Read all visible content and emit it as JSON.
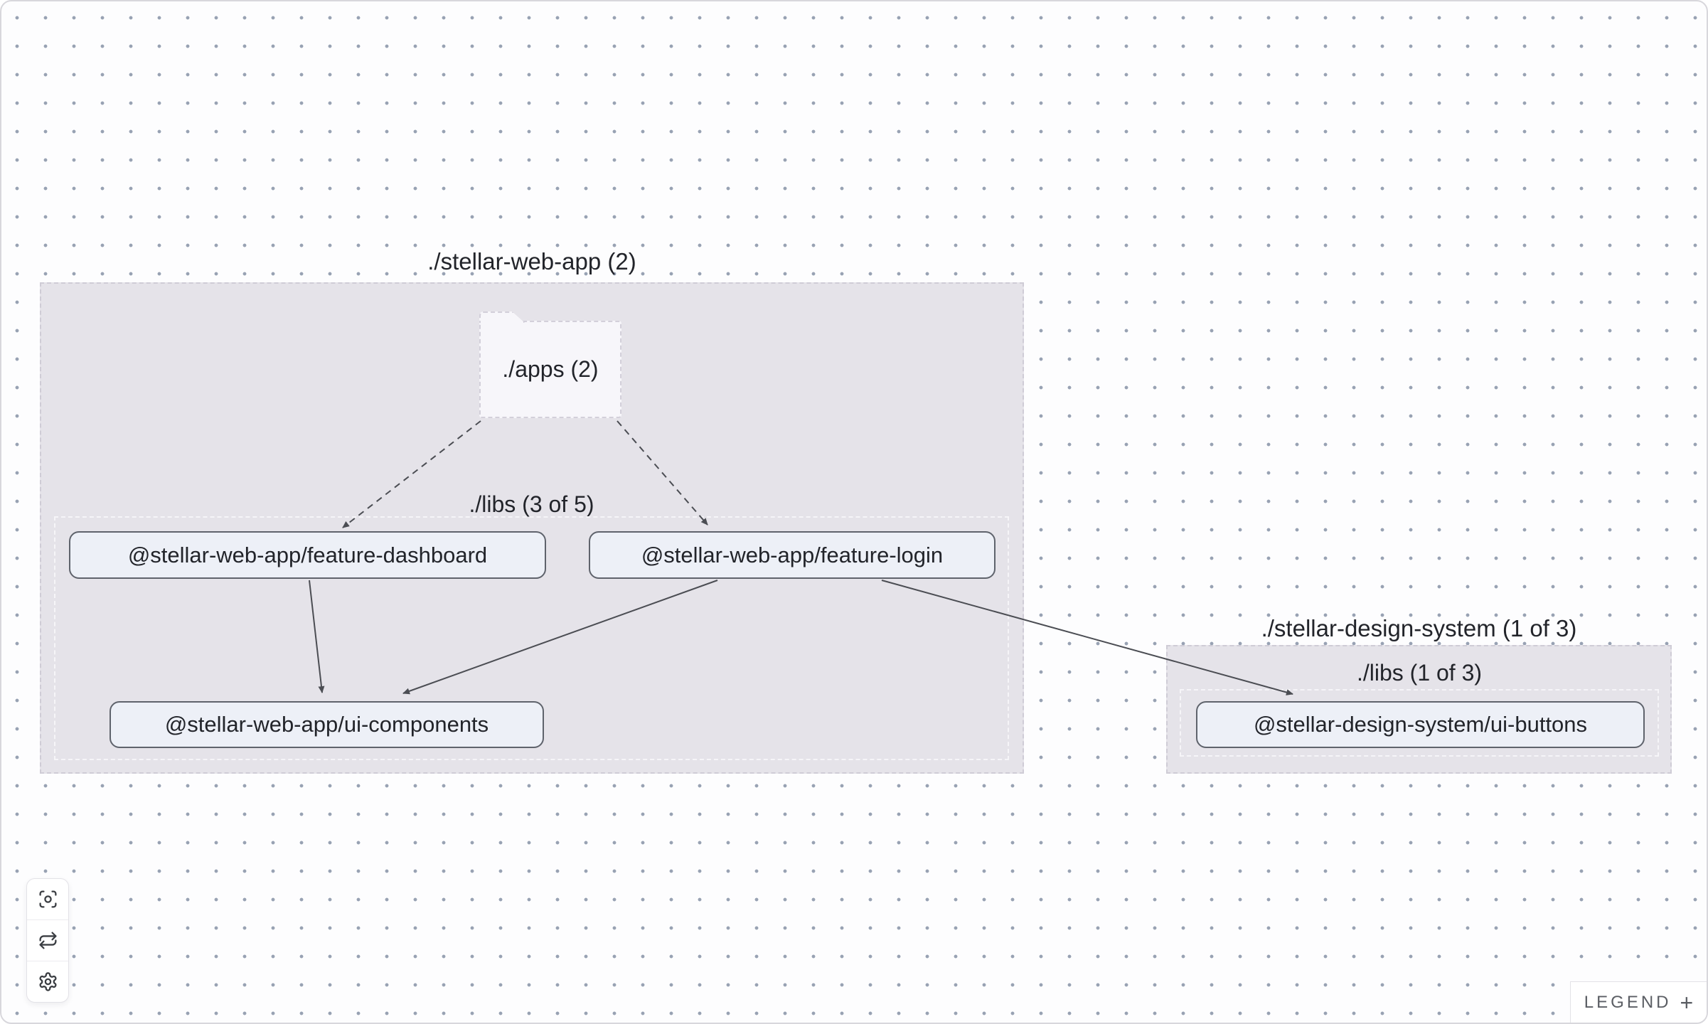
{
  "graph": {
    "groups": {
      "web_app": {
        "label": "./stellar-web-app (2)",
        "folder_label": "./apps (2)",
        "libs_label": "./libs (3 of 5)"
      },
      "design_system": {
        "label": "./stellar-design-system (1 of 3)",
        "libs_label": "./libs (1 of 3)"
      }
    },
    "nodes": {
      "feature_dashboard": "@stellar-web-app/feature-dashboard",
      "feature_login": "@stellar-web-app/feature-login",
      "ui_components": "@stellar-web-app/ui-components",
      "ui_buttons": "@stellar-design-system/ui-buttons"
    },
    "edges": [
      {
        "from": "./apps",
        "to": "@stellar-web-app/feature-dashboard",
        "style": "dashed"
      },
      {
        "from": "./apps",
        "to": "@stellar-web-app/feature-login",
        "style": "dashed"
      },
      {
        "from": "@stellar-web-app/feature-dashboard",
        "to": "@stellar-web-app/ui-components",
        "style": "solid"
      },
      {
        "from": "@stellar-web-app/feature-login",
        "to": "@stellar-web-app/ui-components",
        "style": "solid"
      },
      {
        "from": "@stellar-web-app/feature-login",
        "to": "@stellar-design-system/ui-buttons",
        "style": "solid"
      }
    ]
  },
  "toolbar": {
    "buttons": [
      {
        "icon": "focus-icon"
      },
      {
        "icon": "refresh-icon"
      },
      {
        "icon": "gear-icon"
      }
    ]
  },
  "legend": {
    "label": "LEGEND",
    "toggle_symbol": "+"
  },
  "colors": {
    "canvas_bg": "#fdfdfe",
    "dot": "#98a2b3",
    "group_fill": "#e5e3e9",
    "group_border": "#cfccd6",
    "inner_group_border": "#f6f5f8",
    "node_fill": "#edf0f7",
    "node_border": "#5f636c",
    "edge": "#4b4d53",
    "text": "#22242a",
    "folder_fill": "#f7f6fa",
    "folder_border": "#d3d0da",
    "panel_bg": "#ffffff",
    "panel_border": "#e3e2e7",
    "icon": "#3a3d42",
    "legend_text": "#5b5e64"
  }
}
